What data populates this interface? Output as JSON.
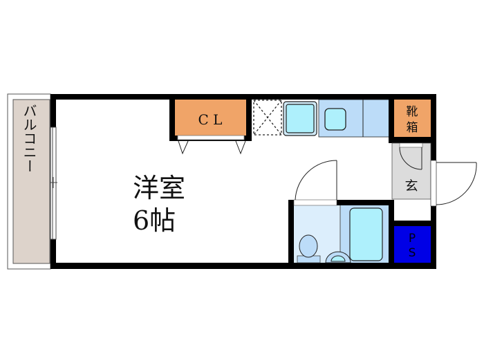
{
  "floor_plan": {
    "rooms": {
      "balcony": {
        "label": "バルコニー",
        "color": "#ddd3cb"
      },
      "western_room": {
        "label_line1": "洋室",
        "label_line2": "6帖"
      },
      "closet": {
        "label": "C L",
        "color": "#f0a468"
      },
      "shoe_box": {
        "label_line1": "靴",
        "label_line2": "箱",
        "color": "#f0a468"
      },
      "entrance": {
        "label": "玄",
        "color": "#dcdcdc"
      },
      "pipe_space": {
        "label_line1": "P",
        "label_line2": "S",
        "color": "#0000e6"
      },
      "kitchen": {
        "color": "#bcdcf8",
        "sink_color": "#aef0fc"
      },
      "bathroom": {
        "color": "#bcdcf8",
        "toilet_area_color": "#dceefc",
        "tub_color": "#aef0fc"
      }
    },
    "colors": {
      "wall": "#000000",
      "background": "#ffffff"
    }
  }
}
